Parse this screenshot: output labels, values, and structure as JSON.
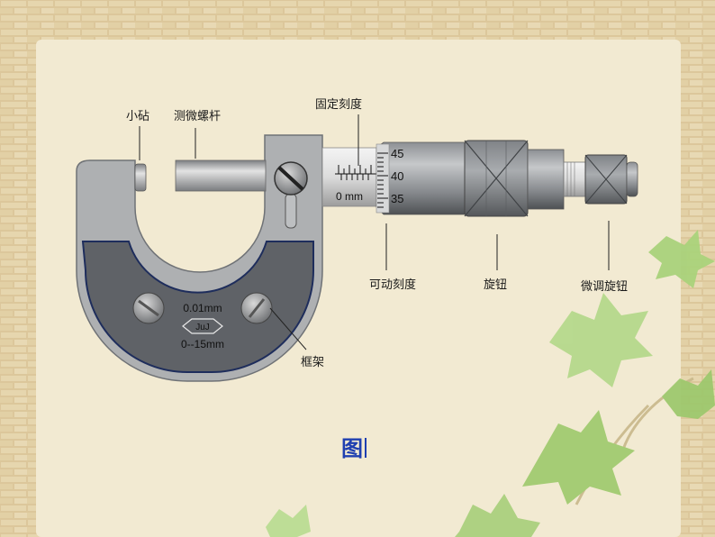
{
  "labels": {
    "anvil": "小砧",
    "spindle": "测微螺杆",
    "fixed_scale": "固定刻度",
    "movable_scale": "可动刻度",
    "knob": "旋钮",
    "fine_knob": "微调旋钮",
    "frame": "框架"
  },
  "frame_text": {
    "precision": "0.01mm",
    "logo": "JuJ",
    "range": "0--15mm"
  },
  "scale": {
    "sleeve_zero": "0 mm",
    "thimble_ticks": [
      "45",
      "40",
      "35"
    ]
  },
  "caption": "图",
  "colors": {
    "border": "#dcc79b",
    "paper": "#f2ead2",
    "frame_outer": "#aeb0b2",
    "frame_inner": "#5e6166",
    "metal_dark": "#6f7276",
    "leaf": "#a9cf7c"
  }
}
